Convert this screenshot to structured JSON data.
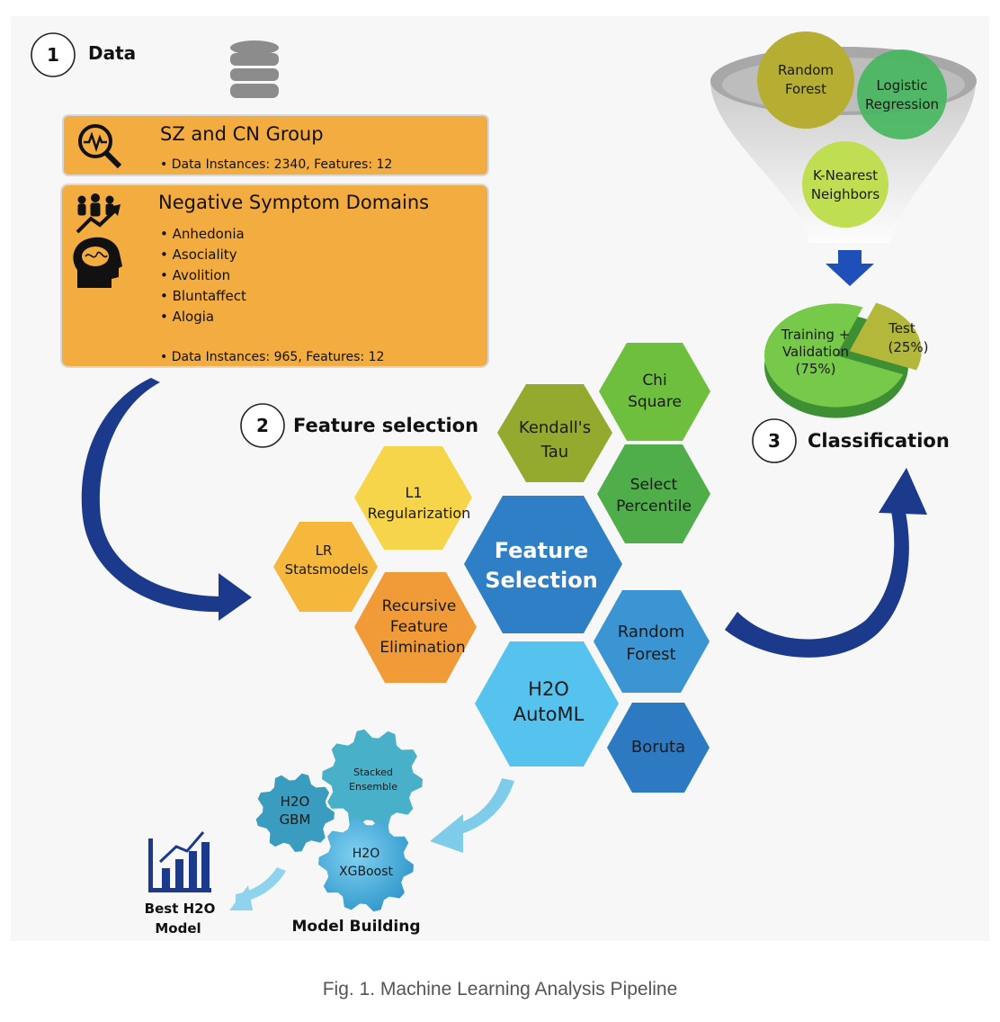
{
  "sections": {
    "data": {
      "number": "1",
      "title": "Data"
    },
    "feature_selection": {
      "number": "2",
      "title": "Feature selection"
    },
    "classification": {
      "number": "3",
      "title": "Classification"
    }
  },
  "data_panel": {
    "group_box": {
      "title": "SZ and CN Group",
      "bullet": "• Data Instances: 2340, Features: 12"
    },
    "symptom_box": {
      "title": "Negative Symptom Domains",
      "items": [
        "• Anhedonia",
        "• Asociality",
        "• Avolition",
        "• Bluntaffect",
        "• Alogia"
      ],
      "bullet": "• Data Instances: 965, Features: 12"
    }
  },
  "hexagons": {
    "center": [
      "Feature",
      "Selection"
    ],
    "l1": [
      "L1",
      "Regularization"
    ],
    "lr": [
      "LR",
      "Statsmodels"
    ],
    "rfe": [
      "Recursive",
      "Feature",
      "Elimination"
    ],
    "kendall": [
      "Kendall's",
      "Tau"
    ],
    "chi": [
      "Chi",
      "Square"
    ],
    "select": [
      "Select",
      "Percentile"
    ],
    "rf": [
      "Random",
      "Forest"
    ],
    "h2o": [
      "H2O",
      "AutoML"
    ],
    "boruta": [
      "Boruta"
    ]
  },
  "classifiers": {
    "rf": [
      "Random",
      "Forest"
    ],
    "lr": [
      "Logistic",
      "Regression"
    ],
    "knn": [
      "K-Nearest",
      "Neighbors"
    ]
  },
  "split": {
    "train": [
      "Training +",
      "Validation",
      "(75%)"
    ],
    "test": [
      "Test",
      "(25%)"
    ],
    "train_share": 75,
    "test_share": 25
  },
  "model_building": {
    "title": "Model Building",
    "gears": {
      "stacked": [
        "Stacked",
        "Ensemble"
      ],
      "gbm": [
        "H2O",
        "GBM"
      ],
      "xgb": [
        "H2O",
        "XGBoost"
      ]
    },
    "best": [
      "Best H2O",
      "Model"
    ]
  },
  "caption": "Fig. 1. Machine Learning Analysis Pipeline",
  "colors": {
    "orange_box": "#f2ac3f",
    "hex_yellow": "#f6d54a",
    "hex_orange": "#f2a53a",
    "hex_olive": "#93aa2f",
    "hex_green": "#55b24a",
    "hex_blue_dark": "#2f7fc6",
    "hex_blue": "#3a95d2",
    "hex_blue_light": "#55c3ee",
    "arrow_navy": "#1c3a8c",
    "arrow_light": "#7fcbea"
  }
}
